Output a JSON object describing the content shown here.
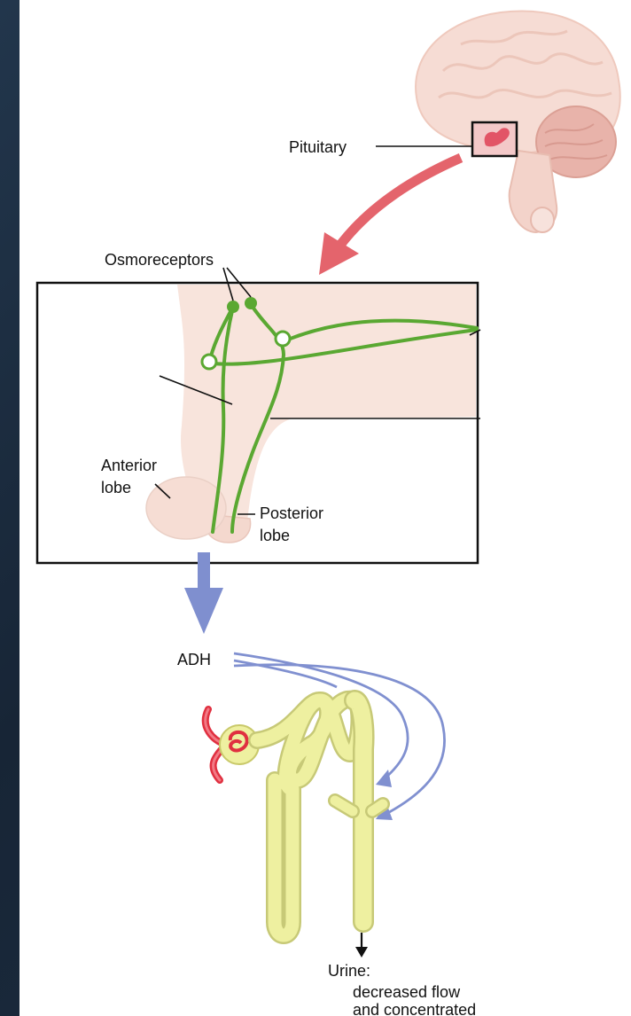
{
  "labels": {
    "pituitary": "Pituitary",
    "osmoreceptors": "Osmoreceptors",
    "anterior_lobe_line1": "Anterior",
    "anterior_lobe_line2": "lobe",
    "posterior_lobe_line1": "Posterior",
    "posterior_lobe_line2": "lobe",
    "adh": "ADH",
    "urine_line1": "Urine:",
    "urine_line2": "decreased flow",
    "urine_line3": "and concentrated"
  },
  "colors": {
    "background_dark": "#1b2a3c",
    "brain_tissue": "#f6dcd4",
    "pituitary_highlight": "#e25466",
    "neuron_green": "#5aa832",
    "kidney_yellow": "#eef0a0",
    "adh_arrow_blue": "#8090d0",
    "blood_red": "#e03040"
  }
}
